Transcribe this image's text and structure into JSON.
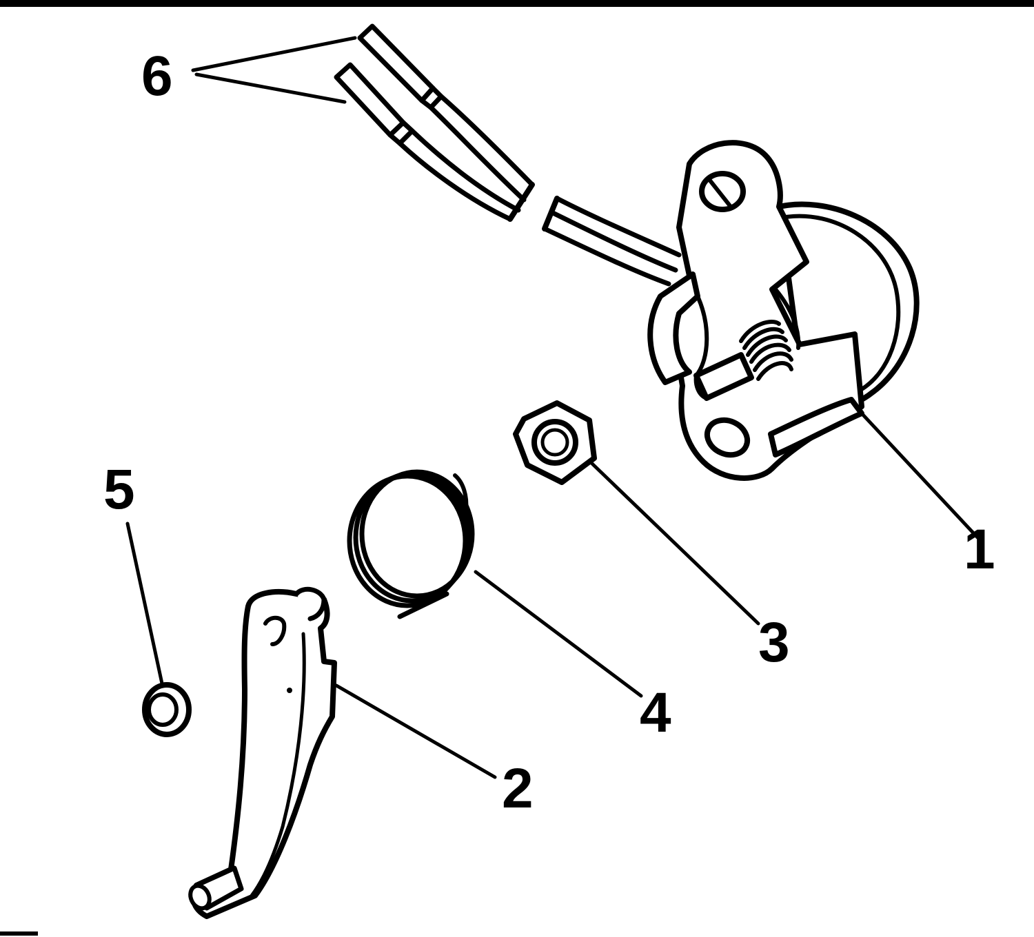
{
  "diagram": {
    "labels": {
      "part1": "1",
      "part2": "2",
      "part3": "3",
      "part4": "4",
      "part5": "5",
      "part6": "6"
    },
    "colors": {
      "ink": "#000000",
      "paper": "#ffffff"
    }
  }
}
